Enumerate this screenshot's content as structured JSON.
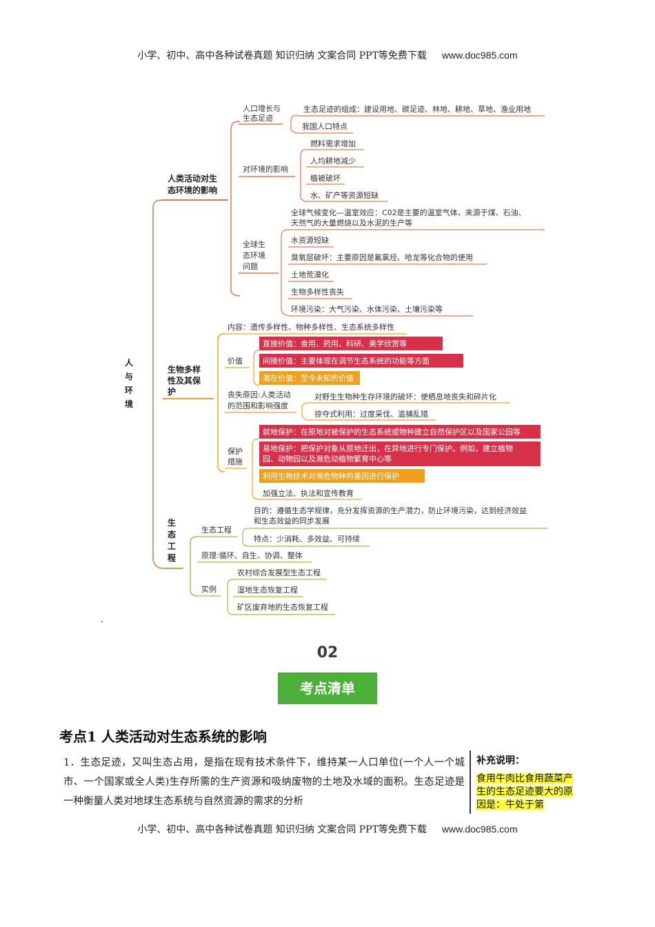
{
  "header": {
    "text": "小学、初中、高中各种试卷真题  知识归纳  文案合同  PPT等免费下载",
    "url": "www.doc985.com"
  },
  "footer": {
    "text": "小学、初中、高中各种试卷真题  知识归纳  文案合同  PPT等免费下载",
    "url": "www.doc985.com"
  },
  "colors": {
    "orange_line": "#e8734a",
    "green_line": "#8dc63f",
    "red_box": "#d9304a",
    "orange_box": "#f0a020",
    "banner_green": "#4caf3a",
    "highlight": "#ffff3c"
  },
  "mindmap": {
    "root": "人与环境",
    "b1": {
      "title": "人类活动对生态环境的影响",
      "s1": {
        "title": "人口增长与生态足迹",
        "items": [
          "生态足迹的组成：建设用地、碳足迹、林地、耕地、草地、渔业用地",
          "我国人口特点"
        ]
      },
      "s2": {
        "title": "对环境的影响",
        "items": [
          "燃料需求增加",
          "人均耕地减少",
          "植被破坏",
          "水、矿产等资源短缺"
        ]
      },
      "s3": {
        "title": "全球生态环境问题",
        "items": [
          "全球气候变化—温室效应：C02是主要的温室气体，来源于煤、石油、天然气的大量燃烧以及水泥的生产等",
          "水资源短缺",
          "臭氧层破坏：主要原因是氟氯烃、哈龙等化合物的使用",
          "土地荒漠化",
          "生物多样性丧失",
          "环境污染：大气污染、水体污染、土壤污染等"
        ]
      }
    },
    "b2": {
      "title": "生物多样性及其保护",
      "content": "内容：遗传多样性、物种多样性、生态系统多样性",
      "value_title": "价值",
      "values": [
        "直接价值：食用、药用、科研、美学欣赏等",
        "间接价值：主要体现在调节生态系统的功能等方面",
        "潜在价值：至今未知的价值"
      ],
      "loss_title": "丧失原因:人类活动的范围和影响强度",
      "loss": [
        "对野生生物种生存环境的破坏：使栖息地丧失和碎片化",
        "掠夺式利用：过度采伐、滥捕乱猎"
      ],
      "protect_title": "保护措施",
      "protect": [
        "就地保护：在原地对被保护的生态系统或物种建立自然保护区以及国家公园等",
        "易地保护：把保护对象从原地迁出，在异地进行专门保护。例如，建立植物园、动物园以及濒危动植物繁育中心等",
        "利用生物技术对濒危物种的基因进行保护",
        "加强立法、执法和宣传教育"
      ]
    },
    "b3": {
      "title": "生态工程",
      "s1": {
        "title": "生态工程",
        "items": [
          "目的：遵循生态学规律，充分发挥资源的生产潜力，防止环境污染，达到经济效益和生态效益的同步发展",
          "特点：少消耗、多效益、可持续"
        ]
      },
      "principle": "原理:循环、自生、协调、整体",
      "s3": {
        "title": "实例",
        "items": [
          "农村综合发展型生态工程",
          "湿地生态恢复工程",
          "矿区废弃地的生态恢复工程"
        ]
      }
    }
  },
  "banner": {
    "number": "02",
    "label": "考点清单"
  },
  "section": {
    "title": "考点1  人类活动对生态系统的影响",
    "paragraph": "1．生态足迹，又叫生态占用，是指在现有技术条件下，维持某一人口单位(一个人一个城市、一个国家或全人类)生存所需的生产资源和吸纳废物的土地及水域的面积。生态足迹是一种衡量人类对地球生态系统与自然资源的需求的分析"
  },
  "sidebar": {
    "title": "补充说明：",
    "text": "食用牛肉比食用蔬菜产生的生态足迹要大的原因是：牛处于第"
  }
}
